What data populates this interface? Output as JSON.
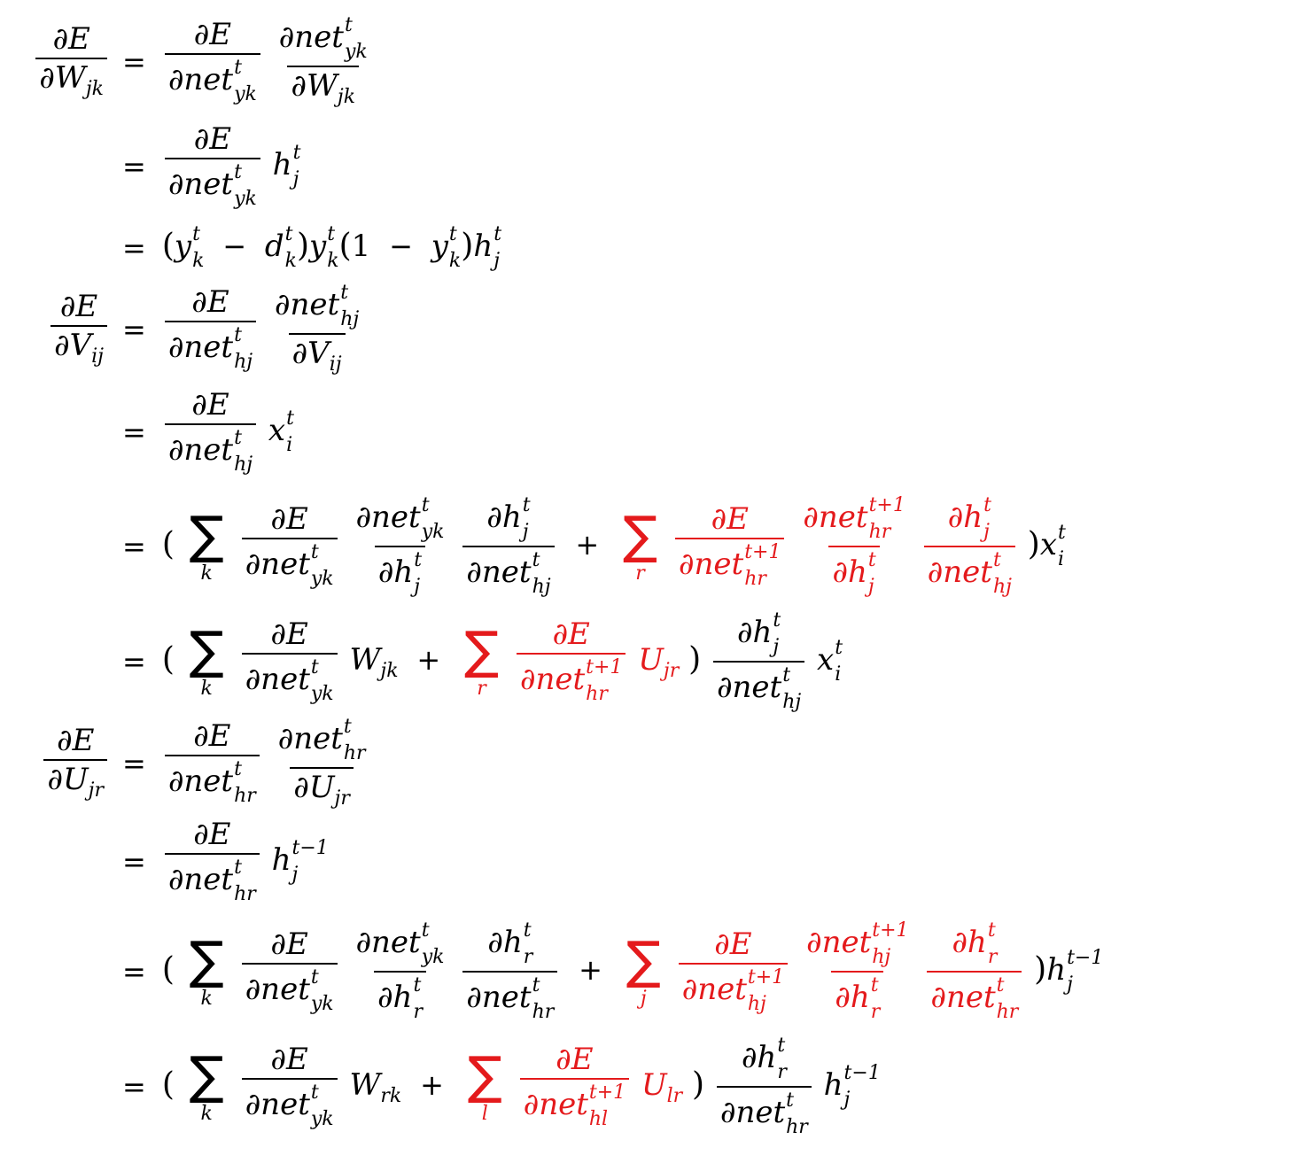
{
  "symbols": {
    "partial": "∂",
    "equals": "=",
    "plus": "+",
    "minus": "−",
    "sum": "∑",
    "lparen": "(",
    "rparen": ")"
  },
  "variables": {
    "E": "E",
    "net": "net",
    "W": "W",
    "V": "V",
    "U": "U",
    "h": "h",
    "x": "x",
    "y": "y",
    "d": "d",
    "one": "1"
  },
  "indices": {
    "t": "t",
    "t_plus_1": "t+1",
    "t_minus_1": "t−1",
    "jk": "jk",
    "yk": "yk",
    "hj": "hj",
    "hr": "hr",
    "hl": "hl",
    "ij": "ij",
    "jr": "jr",
    "rk": "rk",
    "lr": "lr",
    "k": "k",
    "j": "j",
    "i": "i",
    "r": "r",
    "l": "l"
  },
  "colors": {
    "text": "#000000",
    "highlight": "#e41a1c"
  }
}
